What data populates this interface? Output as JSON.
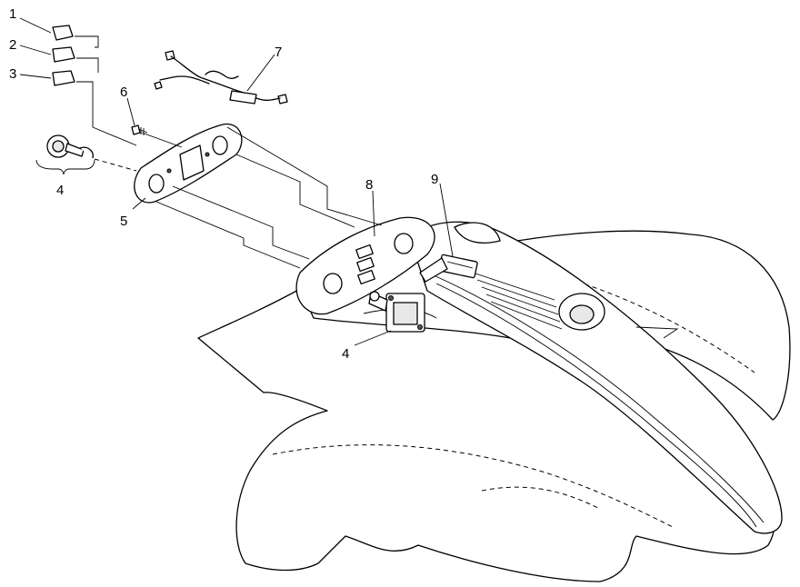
{
  "callouts": {
    "c1": "1",
    "c2": "2",
    "c3": "3",
    "c4a": "4",
    "c4b": "4",
    "c5": "5",
    "c6": "6",
    "c7": "7",
    "c8": "8",
    "c9": "9"
  }
}
